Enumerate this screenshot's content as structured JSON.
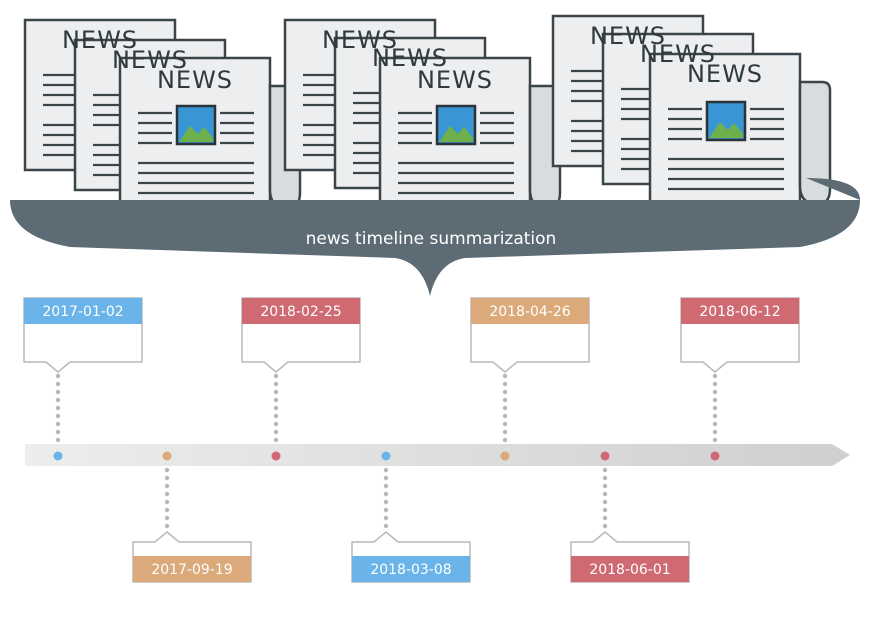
{
  "newspaper": {
    "title": "NEWS"
  },
  "banner": {
    "text": "news timeline summarization"
  },
  "colors": {
    "blue": "#6ab4ea",
    "orange": "#dba97a",
    "red": "#cf6a73",
    "banner": "#5d6b75",
    "outline": "#3b4449",
    "paper": "#eceeef"
  },
  "timeline": {
    "events": [
      {
        "date": "2017-01-02",
        "color": "blue",
        "side": "top"
      },
      {
        "date": "2017-09-19",
        "color": "orange",
        "side": "bottom"
      },
      {
        "date": "2018-02-25",
        "color": "red",
        "side": "top"
      },
      {
        "date": "2018-03-08",
        "color": "blue",
        "side": "bottom"
      },
      {
        "date": "2018-04-26",
        "color": "orange",
        "side": "top"
      },
      {
        "date": "2018-06-01",
        "color": "red",
        "side": "bottom"
      },
      {
        "date": "2018-06-12",
        "color": "red",
        "side": "top"
      }
    ]
  }
}
